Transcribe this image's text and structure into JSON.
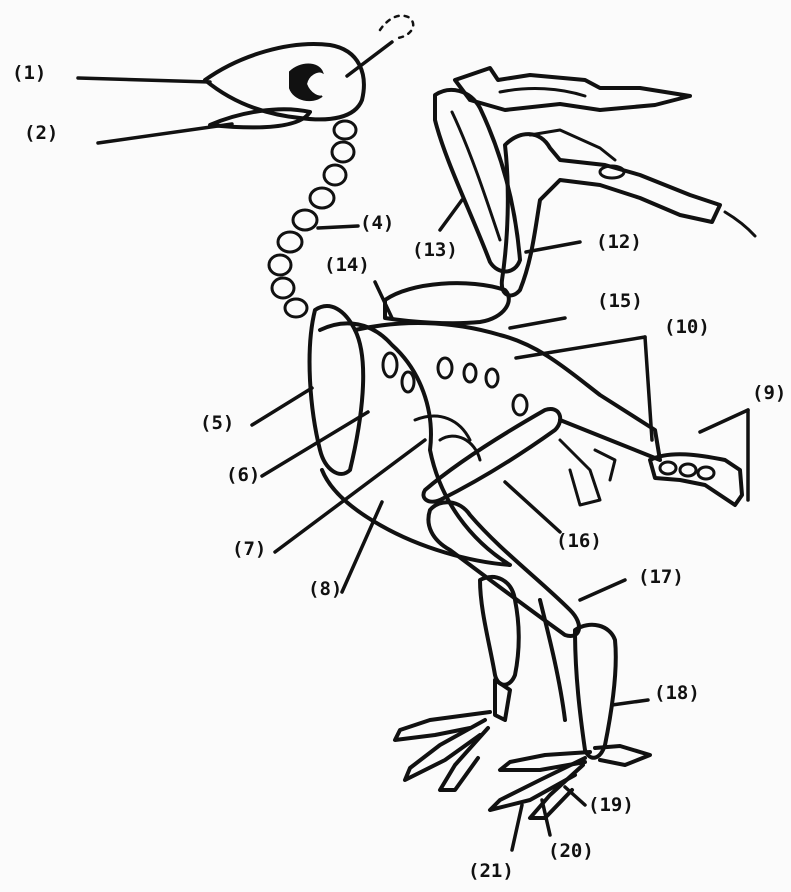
{
  "labels": {
    "l1": "(1)",
    "l2": "(2)",
    "l4": "(4)",
    "l5": "(5)",
    "l6": "(6)",
    "l7": "(7)",
    "l8": "(8)",
    "l9": "(9)",
    "l10": "(10)",
    "l12": "(12)",
    "l13": "(13)",
    "l14": "(14)",
    "l15": "(15)",
    "l16": "(16)",
    "l17": "(17)",
    "l18": "(18)",
    "l19": "(19)",
    "l20": "(20)",
    "l21": "(21)"
  },
  "colors": {
    "ink": "#111111",
    "paper": "#fbfbfb"
  }
}
